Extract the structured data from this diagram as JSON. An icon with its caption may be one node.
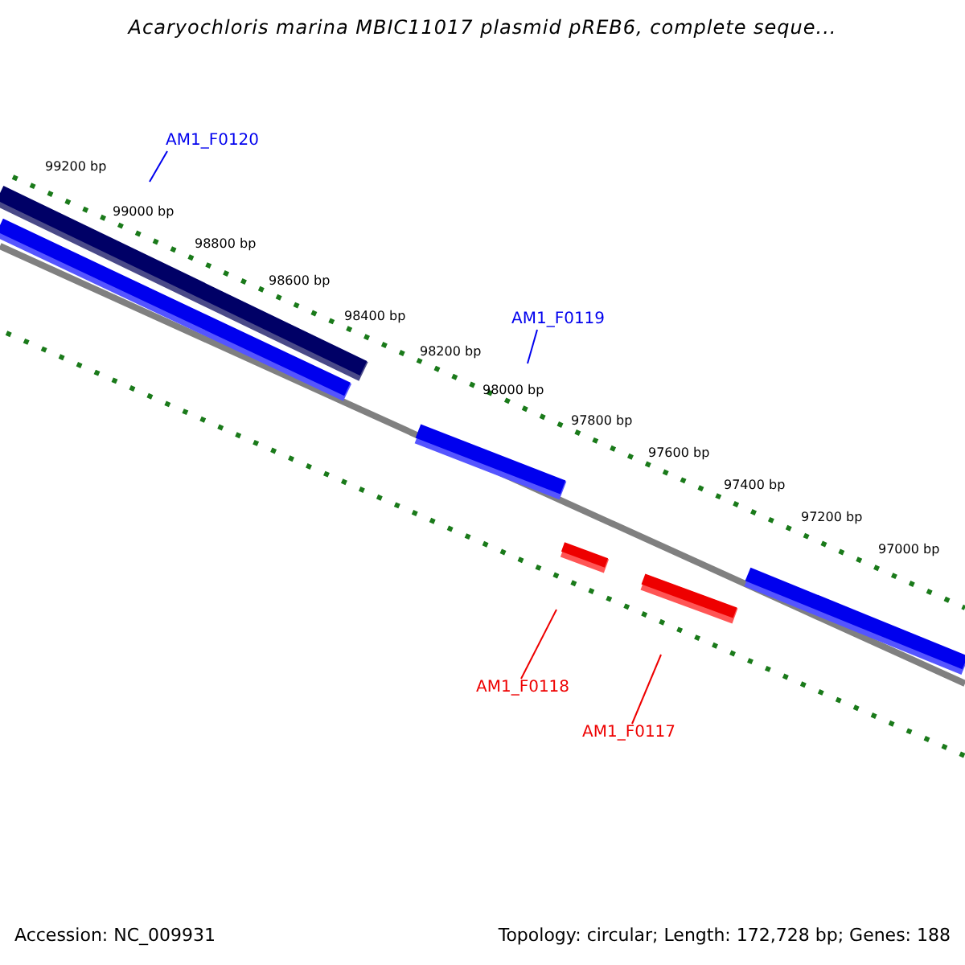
{
  "diagram": {
    "title": "Acaryochloris marina MBIC11017 plasmid pREB6, complete seque...",
    "nodes": [
      {
        "text": [
          "AM1_F0120"
        ]
      },
      {
        "text": [
          "AM1_F0119"
        ]
      },
      {
        "text": [
          "AM1_F0118"
        ]
      },
      {
        "text": [
          "AM1_F0117"
        ]
      }
    ],
    "edges": [
      {
        "from": 0,
        "to": null,
        "arrow": "none",
        "color": "#0000ee"
      },
      {
        "from": 1,
        "to": null,
        "arrow": "none",
        "color": "#0000ee"
      },
      {
        "from": 2,
        "to": null,
        "arrow": "none",
        "color": "#ee0000"
      },
      {
        "from": 3,
        "to": null,
        "arrow": "none",
        "color": "#ee0000"
      }
    ],
    "labels": [
      "99200 bp",
      "99000 bp",
      "98800 bp",
      "98600 bp",
      "98400 bp",
      "98200 bp",
      "98000 bp",
      "97800 bp",
      "97600 bp",
      "97400 bp",
      "97200 bp",
      "97000 bp",
      "Accession: NC_009931",
      "Topology: circular; Length: 172,728 bp; Genes: 188"
    ]
  }
}
